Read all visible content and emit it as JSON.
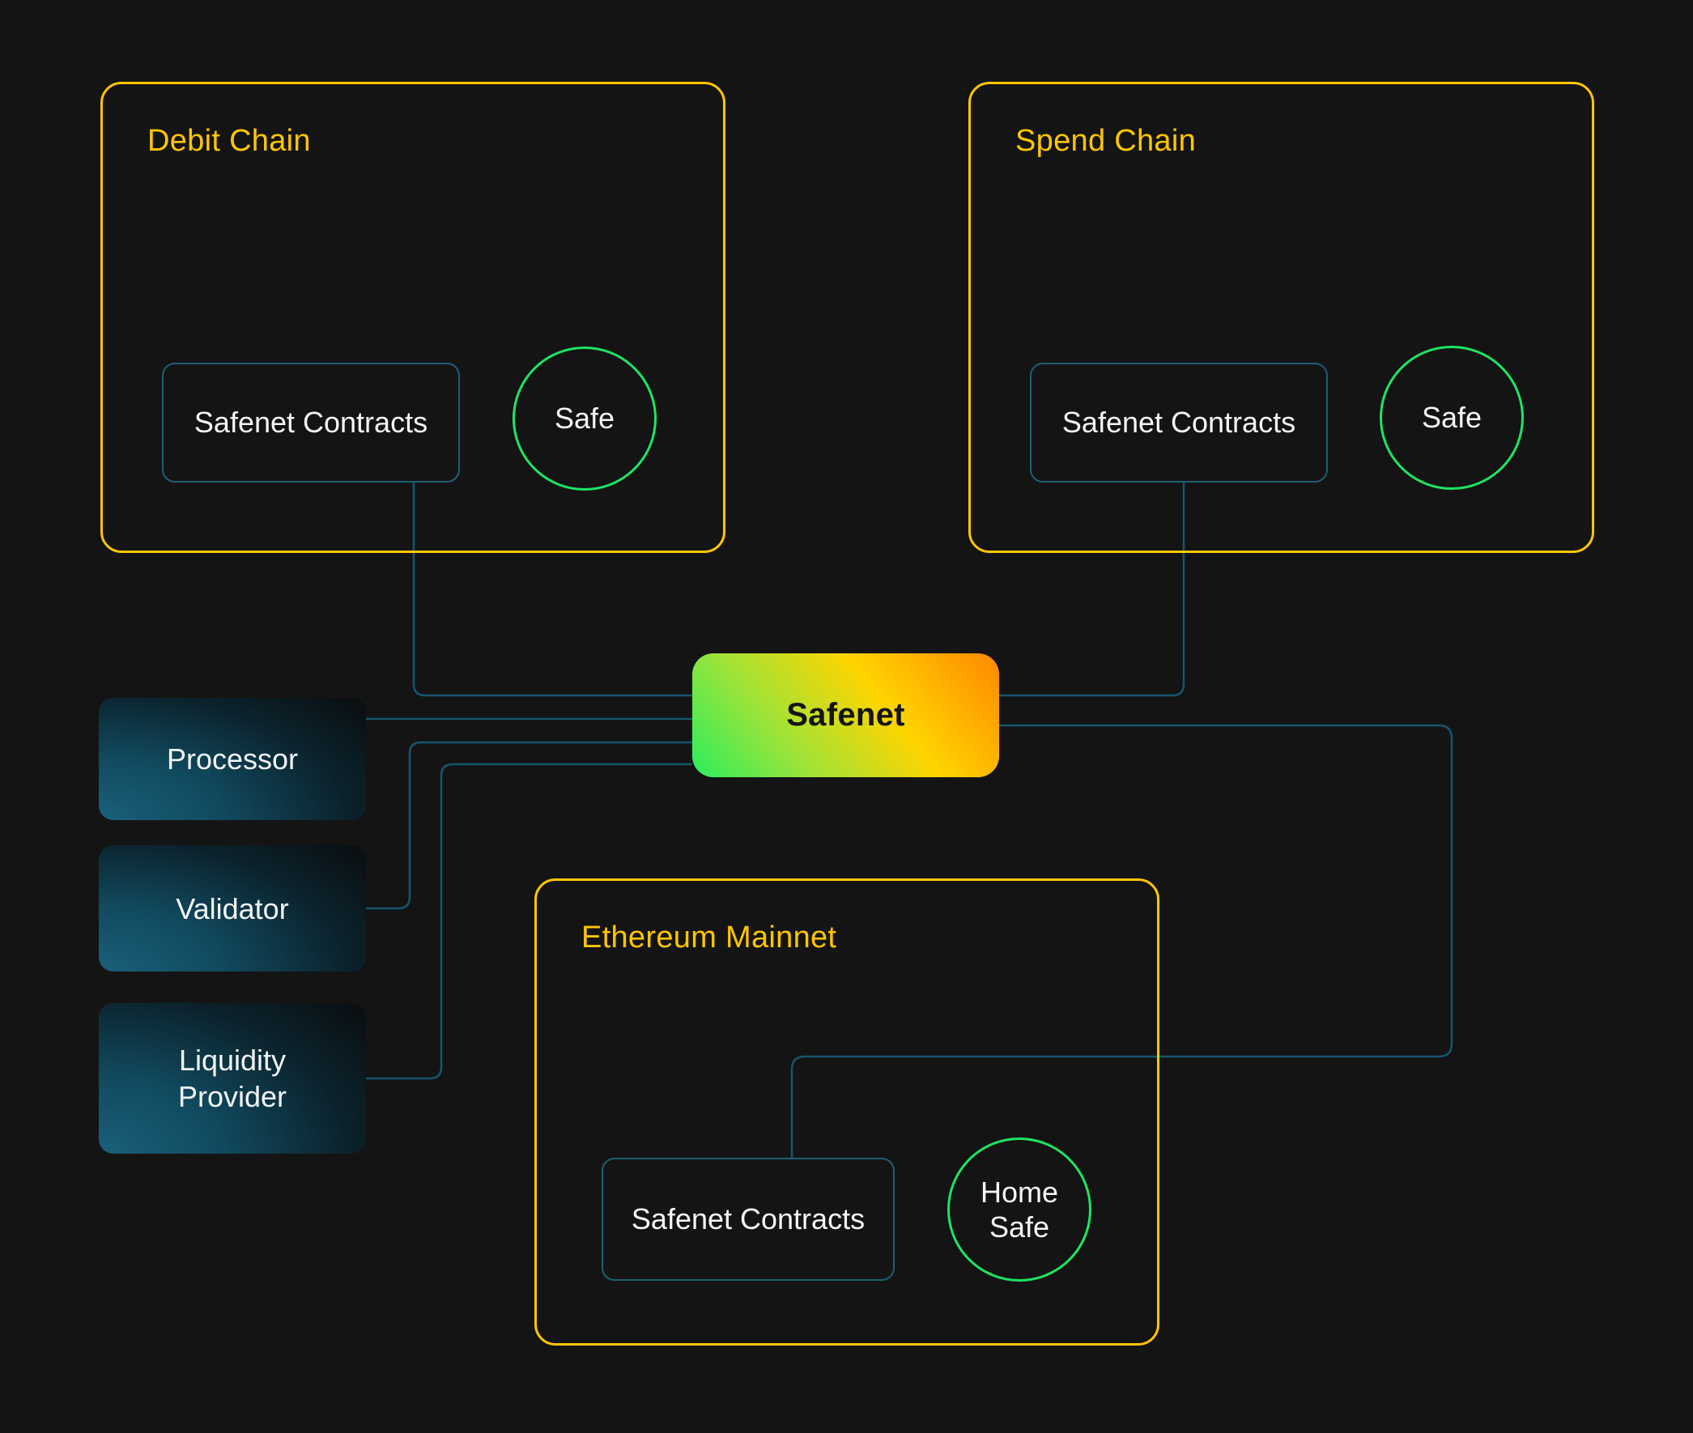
{
  "diagram": {
    "background": "#141414",
    "accent_yellow": "#FFC600",
    "connector_teal": "#14576D",
    "contract_border_teal": "#1E5F76",
    "safe_green": "#1EE463",
    "hub_gradient": [
      "#2BEE5D",
      "#9FE338",
      "#FFD400",
      "#FF9000"
    ],
    "label_text_color": "#F4F7F8",
    "hub_text_color": "#141414"
  },
  "chains": {
    "debit": {
      "title": "Debit Chain",
      "contracts_label": "Safenet Contracts",
      "safe_label": "Safe"
    },
    "spend": {
      "title": "Spend Chain",
      "contracts_label": "Safenet Contracts",
      "safe_label": "Safe"
    },
    "ethereum": {
      "title": "Ethereum Mainnet",
      "contracts_label": "Safenet Contracts",
      "safe_label": "Home Safe"
    }
  },
  "hub": {
    "label": "Safenet"
  },
  "actors": [
    {
      "label": "Processor"
    },
    {
      "label": "Validator"
    },
    {
      "label": "Liquidity Provider"
    }
  ],
  "edges": [
    {
      "from": "debit-safenet-contracts",
      "to": "safenet"
    },
    {
      "from": "spend-safenet-contracts",
      "to": "safenet"
    },
    {
      "from": "processor",
      "to": "safenet"
    },
    {
      "from": "validator",
      "to": "safenet"
    },
    {
      "from": "liquidity-provider",
      "to": "safenet"
    },
    {
      "from": "safenet",
      "to": "ethereum-safenet-contracts"
    }
  ]
}
